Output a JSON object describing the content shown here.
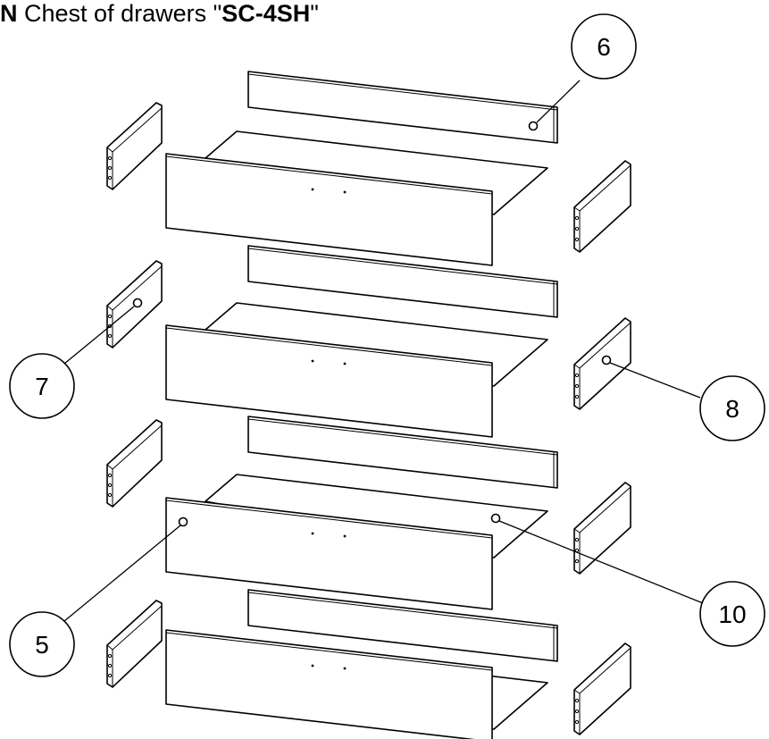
{
  "title": {
    "prefix": "N",
    "text": "Chest of drawers",
    "model_open_quote": "\"",
    "model": "SC-4SH",
    "model_close_quote": "\""
  },
  "callouts": [
    {
      "label": "6"
    },
    {
      "label": "7"
    },
    {
      "label": "8"
    },
    {
      "label": "5"
    },
    {
      "label": "10"
    }
  ]
}
